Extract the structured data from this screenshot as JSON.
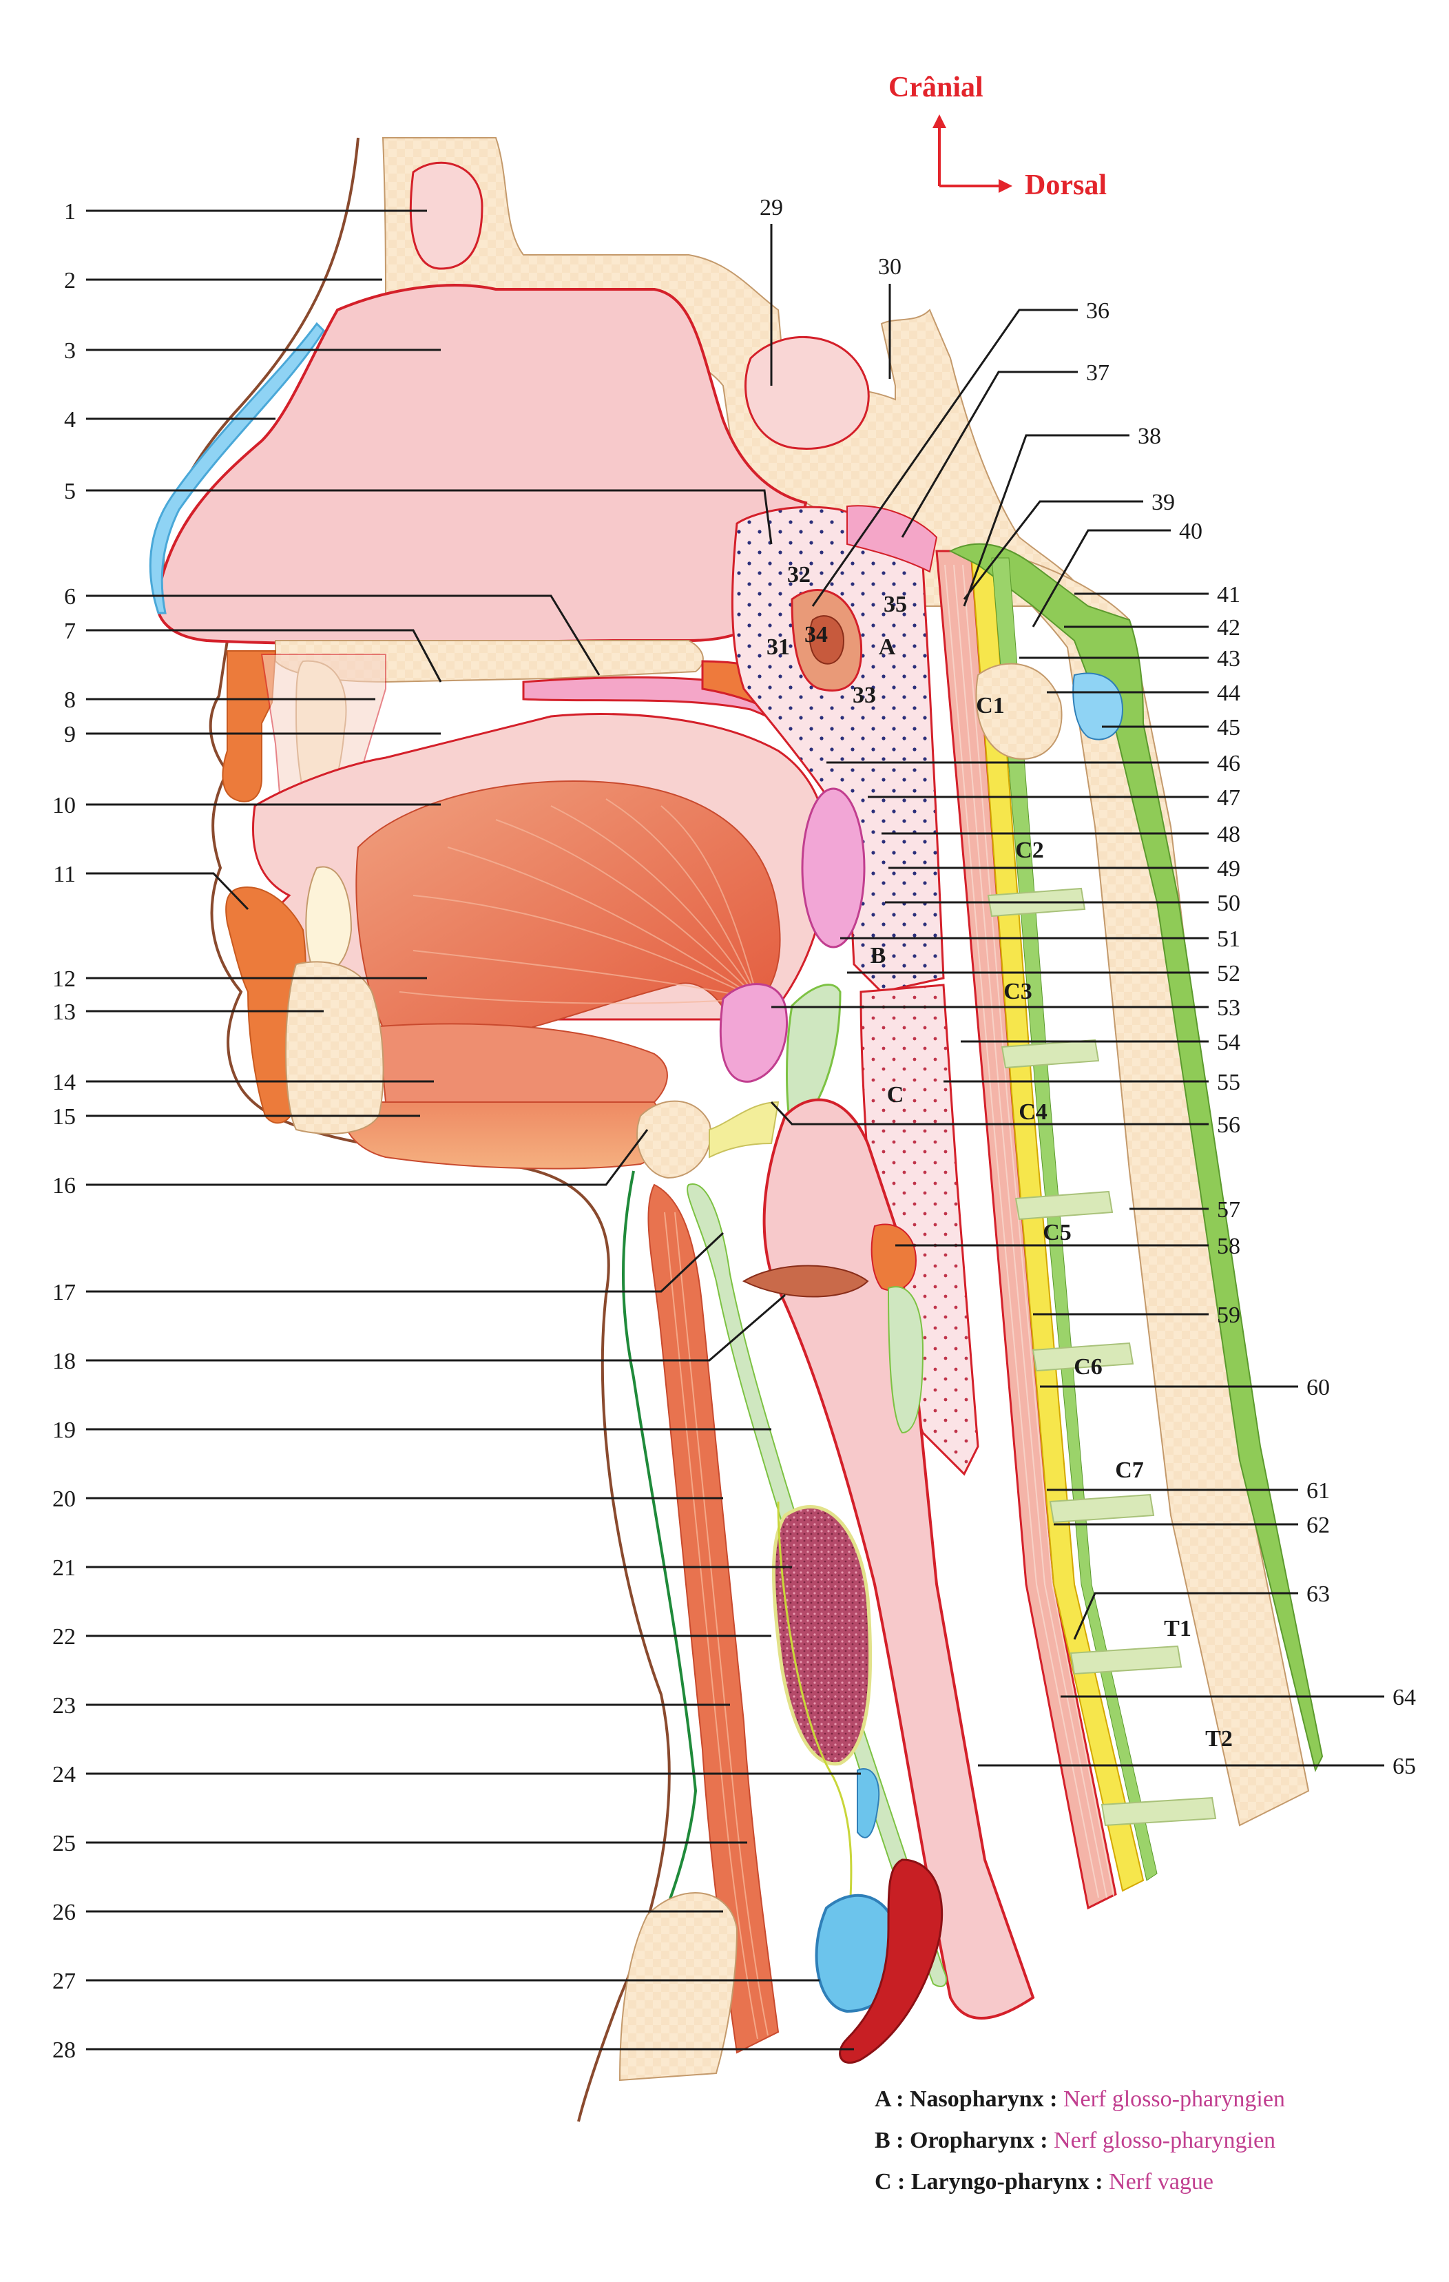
{
  "orientation": {
    "cranial": "Crânial",
    "dorsal": "Dorsal",
    "color": "#e3242b"
  },
  "labels": {
    "left": [
      "1",
      "2",
      "3",
      "4",
      "5",
      "6",
      "7",
      "8",
      "9",
      "10",
      "11",
      "12",
      "13",
      "14",
      "15",
      "16",
      "17",
      "18",
      "19",
      "20",
      "21",
      "22",
      "23",
      "24",
      "25",
      "26",
      "27",
      "28"
    ],
    "top": [
      "29",
      "30"
    ],
    "right": [
      "36",
      "37",
      "38",
      "39",
      "40",
      "41",
      "42",
      "43",
      "44",
      "45",
      "46",
      "47",
      "48",
      "49",
      "50",
      "51",
      "52",
      "53",
      "54",
      "55",
      "56",
      "57",
      "58",
      "59",
      "60",
      "61",
      "62",
      "63",
      "64",
      "65"
    ],
    "inner": [
      "31",
      "32",
      "33",
      "34",
      "35"
    ]
  },
  "vertebrae": [
    "C1",
    "C2",
    "C3",
    "C4",
    "C5",
    "C6",
    "C7",
    "T1",
    "T2"
  ],
  "zones": [
    "A",
    "B",
    "C"
  ],
  "legend": [
    {
      "key": "A : Nasopharynx : ",
      "nerve": "Nerf glosso-pharyngien"
    },
    {
      "key": "B : Oropharynx : ",
      "nerve": "Nerf glosso-pharyngien"
    },
    {
      "key": "C : Laryngo-pharynx : ",
      "nerve": "Nerf vague"
    }
  ],
  "colors": {
    "bone": "#fbe9cf",
    "mucosa": "#f7c9cb",
    "outline": "#d4202a",
    "muscle": "#e8734f",
    "cartilage_green": "#7dc243",
    "fluid_blue": "#6cc4ec",
    "artery": "#c81f24",
    "nerve_pink": "#c13e8f",
    "yellow": "#f6e64c"
  }
}
